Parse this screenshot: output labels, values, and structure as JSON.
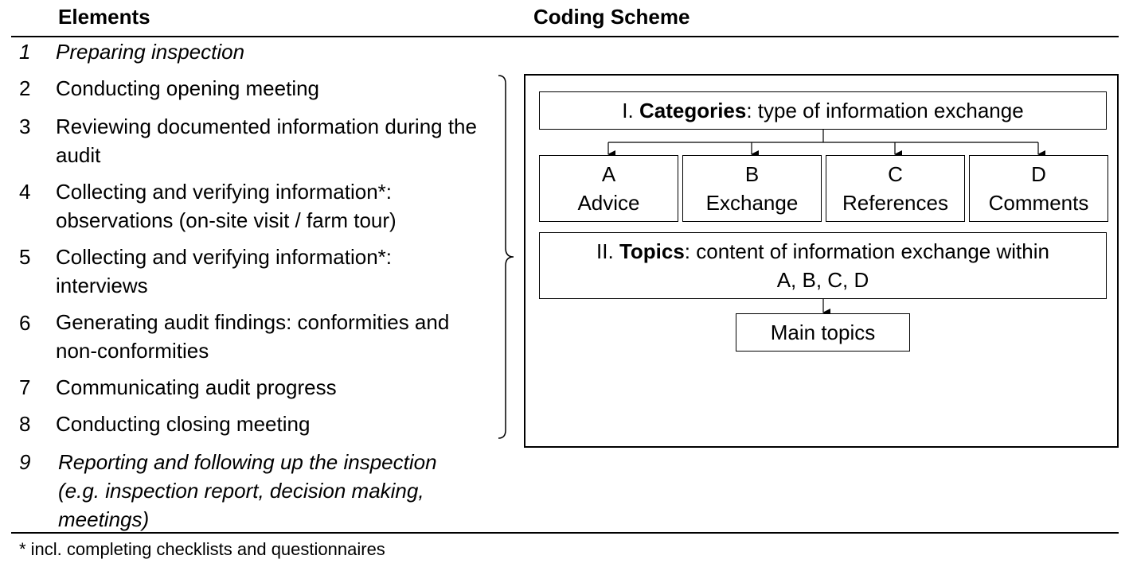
{
  "headers": {
    "elements": "Elements",
    "coding_scheme": "Coding Scheme"
  },
  "elements": [
    {
      "number": "1",
      "text": "Preparing inspection",
      "italic": true
    },
    {
      "number": "2",
      "text": "Conducting opening meeting",
      "italic": false
    },
    {
      "number": "3",
      "text": "Reviewing documented information during the audit",
      "italic": false
    },
    {
      "number": "4",
      "text": "Collecting and verifying information*: observations (on-site visit / farm tour)",
      "italic": false
    },
    {
      "number": "5",
      "text": "Collecting and verifying information*: interviews",
      "italic": false
    },
    {
      "number": "6",
      "text": "Generating audit findings: conformities and non-conformities",
      "italic": false
    },
    {
      "number": "7",
      "text": "Communicating audit progress",
      "italic": false
    },
    {
      "number": "8",
      "text": "Conducting closing meeting",
      "italic": false
    },
    {
      "number": "9",
      "text": "Reporting and following up the inspection (e.g. inspection report, decision making, meetings)",
      "italic": true
    }
  ],
  "scheme": {
    "categories": {
      "prefix": "I. ",
      "bold": "Categories",
      "rest": ": type of information exchange"
    },
    "category_boxes": [
      {
        "letter": "A",
        "label": "Advice"
      },
      {
        "letter": "B",
        "label": "Exchange"
      },
      {
        "letter": "C",
        "label": "References"
      },
      {
        "letter": "D",
        "label": "Comments"
      }
    ],
    "topics": {
      "prefix": "II. ",
      "bold": "Topics",
      "rest": ": content of information exchange within",
      "line2": "A, B, C, D"
    },
    "main_topics": "Main topics"
  },
  "footnote": "* incl. completing checklists and questionnaires"
}
